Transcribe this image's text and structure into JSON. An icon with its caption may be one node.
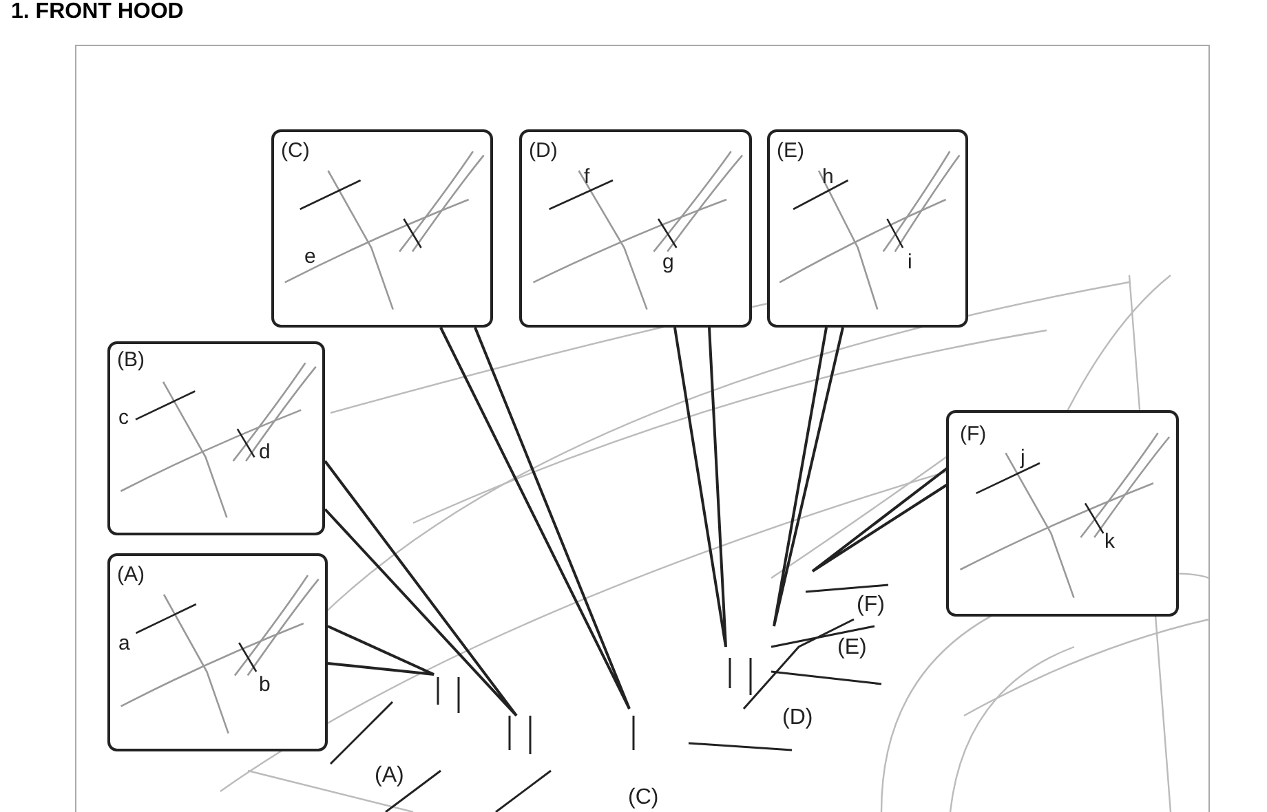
{
  "diagram": {
    "title": "1. FRONT HOOD",
    "nodes": [
      {
        "text": [
          "(C)",
          "e"
        ]
      },
      {
        "text": [
          "(D)",
          "f",
          "g"
        ]
      },
      {
        "text": [
          "(E)",
          "h",
          "i"
        ]
      },
      {
        "text": [
          "(B)",
          "c",
          "d"
        ]
      },
      {
        "text": [
          "(F)",
          "j",
          "k"
        ]
      },
      {
        "text": [
          "(A)",
          "a",
          "b"
        ]
      }
    ],
    "edges": [
      {
        "from": 0,
        "to": null,
        "arrow": "none"
      },
      {
        "from": 1,
        "to": null,
        "arrow": "none"
      },
      {
        "from": 2,
        "to": null,
        "arrow": "none"
      },
      {
        "from": 3,
        "to": null,
        "arrow": "none"
      },
      {
        "from": 4,
        "to": null,
        "arrow": "none"
      },
      {
        "from": 5,
        "to": null,
        "arrow": "none"
      }
    ],
    "labels": [
      "(F)",
      "(E)",
      "(D)",
      "(A)",
      "(C)"
    ]
  }
}
